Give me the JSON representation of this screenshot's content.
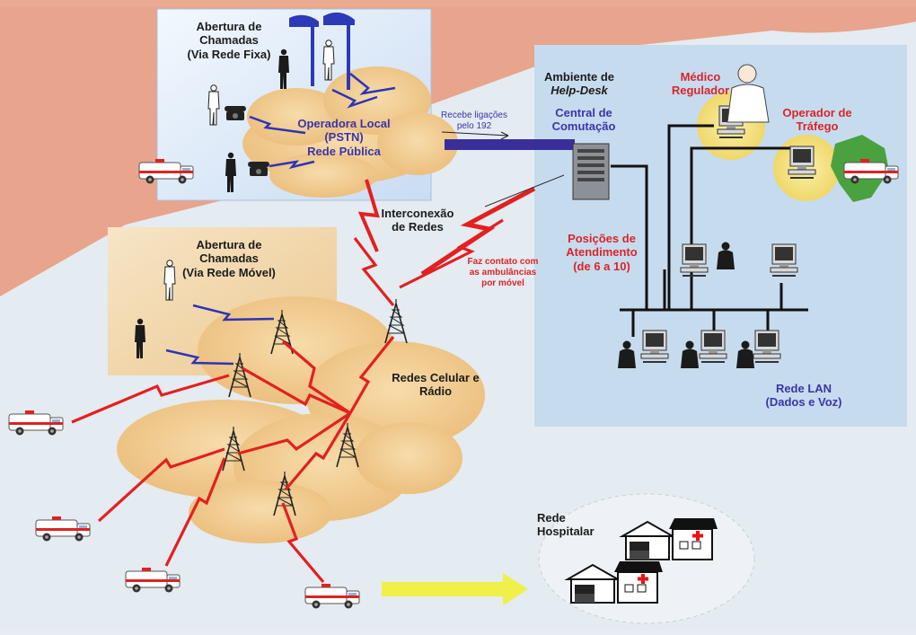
{
  "fixed_network": {
    "title_line1": "Abertura de",
    "title_line2": "Chamadas",
    "title_line3": "(Via Rede Fixa)",
    "operator_line1": "Operadora Local",
    "operator_line2": "(PSTN)",
    "operator_line3": "Rede Pública"
  },
  "mobile_network": {
    "title_line1": "Abertura de",
    "title_line2": "Chamadas",
    "title_line3": "(Via Rede Móvel)",
    "cellular_line1": "Redes Celular e",
    "cellular_line2": "Rádio"
  },
  "interconnection": {
    "line1": "Interconexão",
    "line2": "de Redes"
  },
  "call_routing": {
    "line1": "Recebe ligações",
    "line2": "pelo 192"
  },
  "ambulance_contact": {
    "line1": "Faz contato com",
    "line2": "as ambulâncias",
    "line3": "por móvel"
  },
  "helpdesk": {
    "env_line1": "Ambiente de",
    "env_line2": "Help-Desk",
    "switch_line1": "Central de",
    "switch_line2": "Comutação",
    "doctor_line1": "Médico",
    "doctor_line2": "Regulador",
    "traffic_line1": "Operador de",
    "traffic_line2": "Tráfego",
    "positions_line1": "Posições de",
    "positions_line2": "Atendimento",
    "positions_line3": "(de 6 a 10)",
    "lan_line1": "Rede LAN",
    "lan_line2": "(Dados e Voz)"
  },
  "hospital": {
    "line1": "Rede",
    "line2": "Hospitalar"
  },
  "colors": {
    "salmon": "#e8a48c",
    "fixed_panel": "#d9e7f7",
    "mobile_panel": "#f2d8ae",
    "helpdesk_panel": "#c5daed",
    "cloud": "#f0cd95",
    "lightning": "#e22222",
    "blue_lightning": "#2d35b8",
    "yellow_circle": "#f6e58a",
    "arrow": "#eef04a"
  }
}
